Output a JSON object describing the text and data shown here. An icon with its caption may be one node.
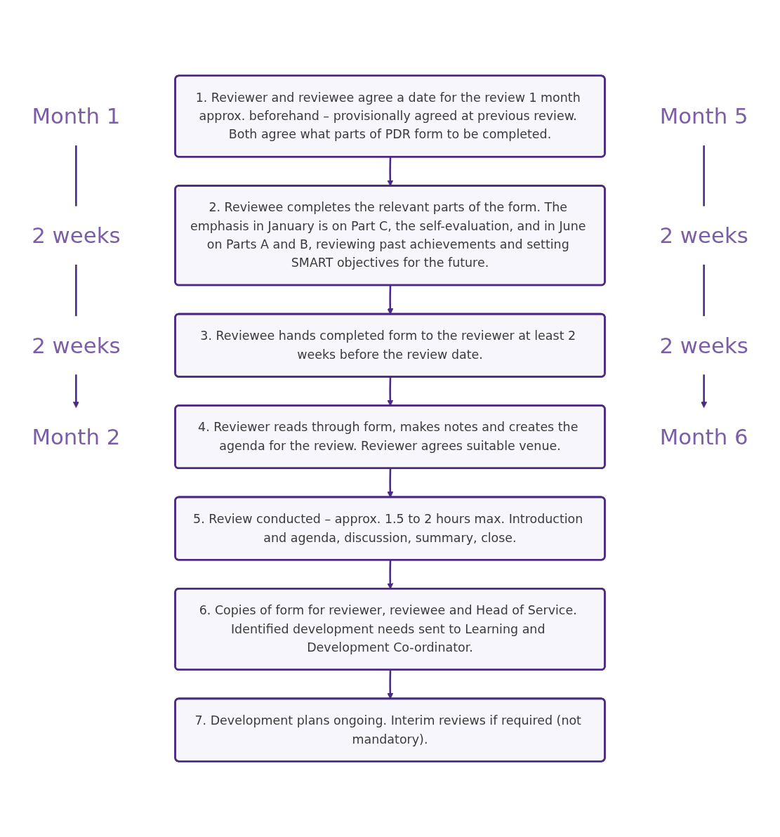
{
  "diagram": {
    "nodes": [
      {
        "text": [
          "Month 1"
        ]
      },
      {
        "text": [
          "1. Reviewer and reviewee agree a date for the review 1 month approx. beforehand – provisionally agreed at previous review. Both agree what parts of PDR form to be completed."
        ]
      },
      {
        "text": [
          "Month 5"
        ]
      },
      {
        "text": [
          "2 weeks"
        ]
      },
      {
        "text": [
          "2. Reviewee completes the relevant parts of the form. The emphasis in January is on Part C, the self-evaluation, and in June on Parts A and B, reviewing past achievements and setting SMART objectives for the future."
        ]
      },
      {
        "text": [
          "2 weeks"
        ]
      },
      {
        "text": [
          "3. Reviewee hands completed form to the reviewer at least 2 weeks before the review date."
        ]
      },
      {
        "text": [
          "2 weeks"
        ]
      },
      {
        "text": [
          "4. Reviewer reads through form, makes notes and creates the agenda for the review. Reviewer agrees suitable venue."
        ]
      },
      {
        "text": [
          "2 weeks"
        ]
      },
      {
        "text": [
          "Month 2"
        ]
      },
      {
        "text": [
          "5. Review conducted – approx. 1.5 to 2 hours max. Introduction and agenda, discussion, summary, close."
        ]
      },
      {
        "text": [
          "Month 6"
        ]
      },
      {
        "text": [
          "6. Copies of form for reviewer, reviewee and Head of Service. Identified development needs sent to Learning and Development Co-ordinator."
        ]
      },
      {
        "text": [
          "7. Development plans ongoing. Interim reviews if required (not mandatory)."
        ]
      }
    ],
    "edges": [
      {
        "from": 1,
        "to": 4,
        "arrow": "to"
      },
      {
        "from": 4,
        "to": 6,
        "arrow": "to"
      },
      {
        "from": 6,
        "to": 8,
        "arrow": "to"
      },
      {
        "from": 8,
        "to": 11,
        "arrow": "to"
      },
      {
        "from": 11,
        "to": 13,
        "arrow": "to"
      },
      {
        "from": 13,
        "to": 14,
        "arrow": "to"
      },
      {
        "from": 0,
        "to": 3,
        "arrow": "none"
      },
      {
        "from": 3,
        "to": 7,
        "arrow": "none"
      },
      {
        "from": 7,
        "to": 10,
        "arrow": "to"
      },
      {
        "from": 2,
        "to": 5,
        "arrow": "none"
      },
      {
        "from": 5,
        "to": 9,
        "arrow": "none"
      },
      {
        "from": 9,
        "to": 12,
        "arrow": "to"
      }
    ]
  }
}
